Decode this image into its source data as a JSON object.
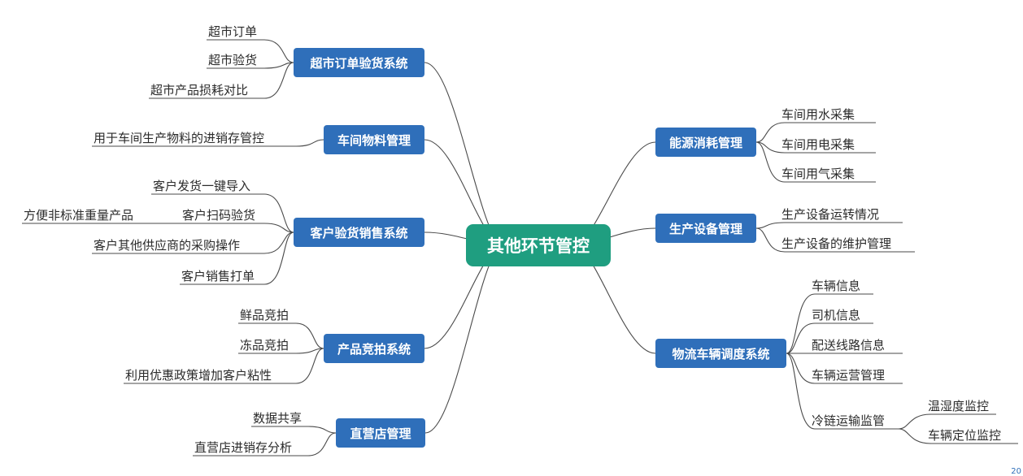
{
  "center": {
    "label": "其他环节管控"
  },
  "left": [
    {
      "label": "超市订单验货系统",
      "children": [
        {
          "label": "超市订单"
        },
        {
          "label": "超市验货"
        },
        {
          "label": "超市产品损耗对比"
        }
      ]
    },
    {
      "label": "车间物料管理",
      "children": [
        {
          "label": "用于车间生产物料的进销存管控"
        }
      ]
    },
    {
      "label": "客户验货销售系统",
      "children": [
        {
          "label": "客户发货一键导入"
        },
        {
          "label": "客户扫码验货",
          "children": [
            {
              "label": "方便非标准重量产品"
            }
          ]
        },
        {
          "label": "客户其他供应商的采购操作"
        },
        {
          "label": "客户销售打单"
        }
      ]
    },
    {
      "label": "产品竞拍系统",
      "children": [
        {
          "label": "鲜品竞拍"
        },
        {
          "label": "冻品竞拍"
        },
        {
          "label": "利用优惠政策增加客户粘性"
        }
      ]
    },
    {
      "label": "直营店管理",
      "children": [
        {
          "label": "数据共享"
        },
        {
          "label": "直营店进销存分析"
        }
      ]
    }
  ],
  "right": [
    {
      "label": "能源消耗管理",
      "children": [
        {
          "label": "车间用水采集"
        },
        {
          "label": "车间用电采集"
        },
        {
          "label": "车间用气采集"
        }
      ]
    },
    {
      "label": "生产设备管理",
      "children": [
        {
          "label": "生产设备运转情况"
        },
        {
          "label": "生产设备的维护管理"
        }
      ]
    },
    {
      "label": "物流车辆调度系统",
      "children": [
        {
          "label": "车辆信息"
        },
        {
          "label": "司机信息"
        },
        {
          "label": "配送线路信息"
        },
        {
          "label": "车辆运营管理"
        },
        {
          "label": "冷链运输监管",
          "children": [
            {
              "label": "温湿度监控"
            },
            {
              "label": "车辆定位监控"
            }
          ]
        }
      ]
    }
  ],
  "corner_mark": "20"
}
